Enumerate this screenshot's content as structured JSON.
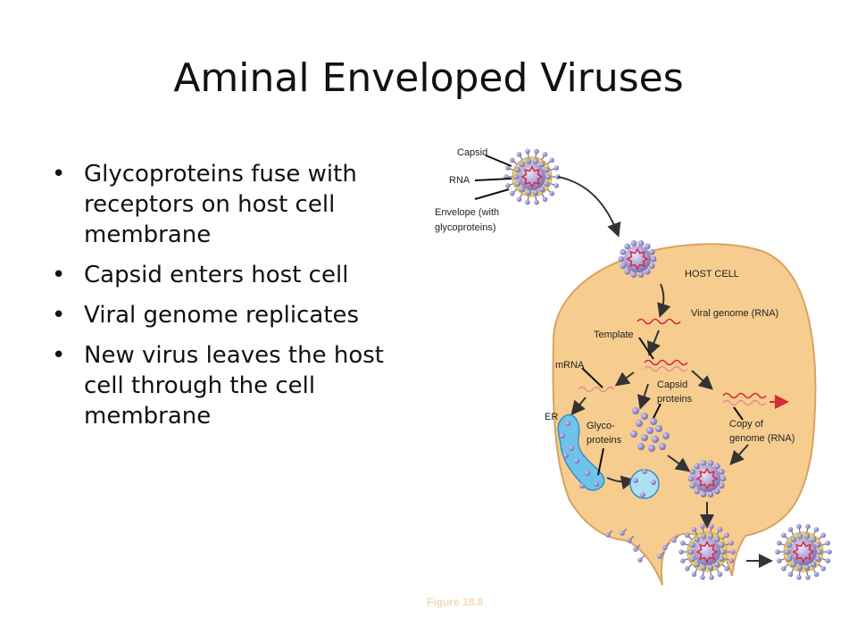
{
  "slide": {
    "title": "Aminal Enveloped Viruses",
    "bullets": [
      "Glycoproteins fuse with receptors on host cell membrane",
      "Capsid enters host cell",
      "Viral genome replicates",
      "New virus leaves the host cell through the cell membrane"
    ]
  },
  "diagram": {
    "labels": {
      "capsid": "Capsid",
      "rna": "RNA",
      "envelope_1": "Envelope (with",
      "envelope_2": "glycoproteins)",
      "host_cell": "HOST CELL",
      "viral_genome": "Viral genome (RNA)",
      "template": "Template",
      "mrna": "mRNA",
      "capsid_proteins_1": "Capsid",
      "capsid_proteins_2": "proteins",
      "er": "ER",
      "glyco_1": "Glyco-",
      "glyco_2": "proteins",
      "copy_1": "Copy of",
      "copy_2": "genome (RNA)",
      "figure": "Figure 18.8"
    },
    "colors": {
      "cell_fill": "#f6cd8f",
      "envelope": "#f2dc60",
      "capsid": "#8f86c8",
      "rna": "#d8283a",
      "er": "#6fc3ea",
      "arrow": "#333333"
    }
  }
}
